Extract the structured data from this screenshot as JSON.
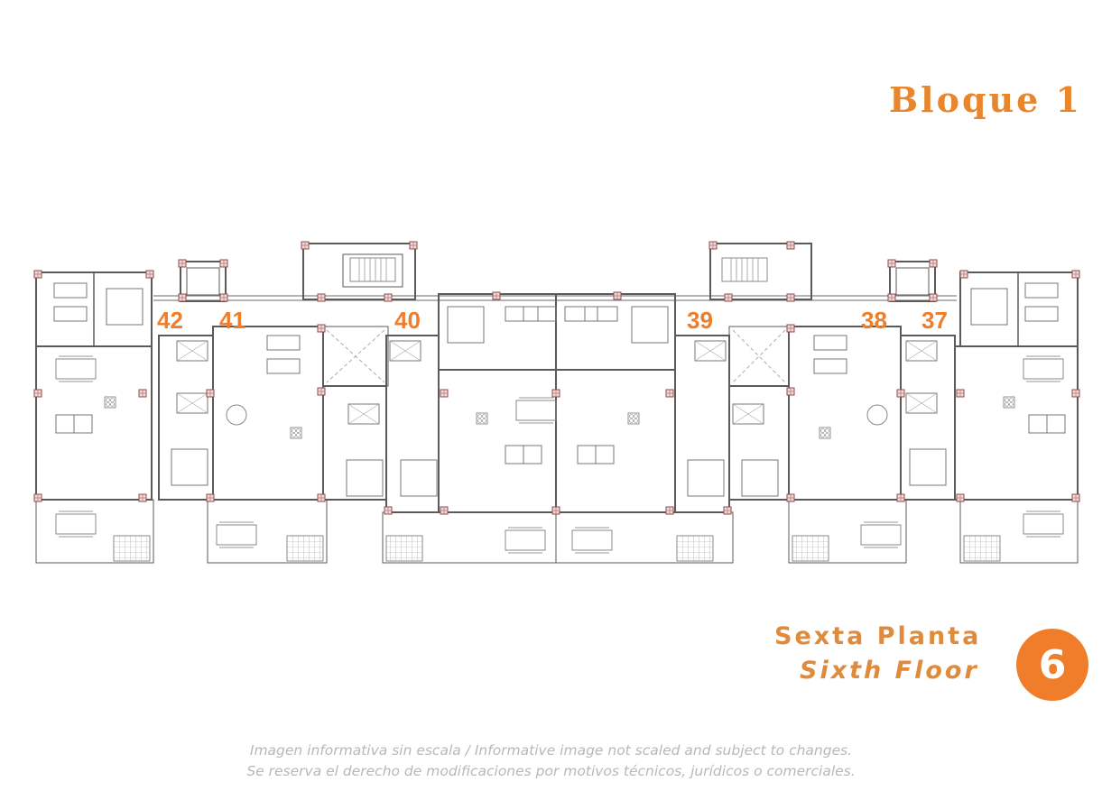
{
  "header": {
    "block_title": "Bloque 1"
  },
  "floor": {
    "name_es": "Sexta Planta",
    "name_en": "Sixth Floor",
    "number": "6"
  },
  "units": [
    {
      "id": "42",
      "label": "42"
    },
    {
      "id": "41",
      "label": "41"
    },
    {
      "id": "40",
      "label": "40"
    },
    {
      "id": "39",
      "label": "39"
    },
    {
      "id": "38",
      "label": "38"
    },
    {
      "id": "37",
      "label": "37"
    }
  ],
  "disclaimer": {
    "line1": "Imagen informativa sin escala /  Informative image not scaled and subject to changes.",
    "line2": "Se reserva el derecho de modificaciones por motivos técnicos, jurídicos o comerciales."
  },
  "colors": {
    "accent": "#e8862e",
    "badge": "#f07d2a",
    "wall": "#555555",
    "column": "#c88a8a",
    "disclaimer_text": "#b8b8b8"
  }
}
